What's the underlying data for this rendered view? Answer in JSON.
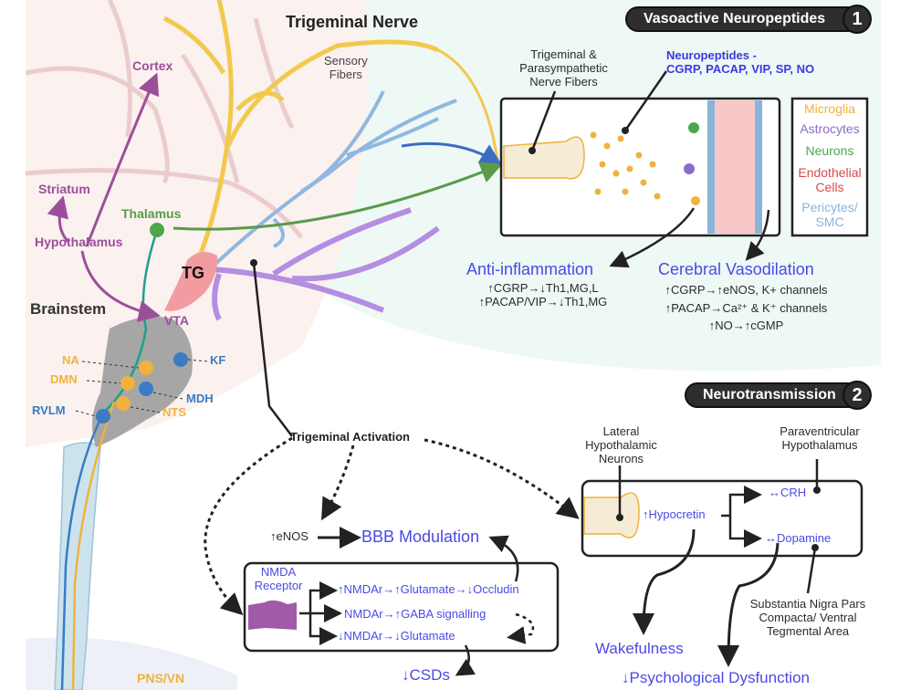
{
  "title": "Trigeminal Nerve",
  "colors": {
    "trigeminal_yellow": "#f2c94c",
    "sensory_blue": "#8fb8e0",
    "purple_fiber": "#b48ee0",
    "green_fiber": "#5a9a4a",
    "tg_pink": "#f29ba0",
    "brainstem_gray": "#a6a6a6",
    "label_purple": "#9b4f9b",
    "label_green": "#5a9a4a",
    "label_orange": "#f0b23c",
    "label_blue": "#3a7cc4",
    "accent_blue": "#4a4ae6",
    "panel1_bg": "#eef8f5"
  },
  "brain": {
    "labels": {
      "cortex": "Cortex",
      "striatum": "Striatum",
      "hypothalamus": "Hypothalamus",
      "thalamus": "Thalamus",
      "tg": "TG",
      "brainstem": "Brainstem",
      "vta": "VTA",
      "na": "NA",
      "dmn": "DMN",
      "rvlm": "RVLM",
      "kf": "KF",
      "mdh": "MDH",
      "nts": "NTS",
      "pns_vn": "PNS/VN",
      "sensory_fibers": "Sensory\nFibers"
    }
  },
  "panel1": {
    "badge_label": "Vasoactive Neuropeptides",
    "badge_number": "1",
    "fibers_label_lines": [
      "Trigeminal &",
      "Parasympathetic",
      "Nerve Fibers"
    ],
    "neuropeptides_line1": "Neuropeptides -",
    "neuropeptides_line2": "CGRP, PACAP, VIP, SP, NO",
    "legend": [
      {
        "label": "Microglia",
        "color": "#f0b23c"
      },
      {
        "label": "Astrocytes",
        "color": "#8a6cc8"
      },
      {
        "label": "Neurons",
        "color": "#4aa84a"
      },
      {
        "label": "Endothelial\nCells",
        "color": "#d94a4a"
      },
      {
        "label": "Pericytes/\nSMC",
        "color": "#8ab4d8"
      }
    ],
    "anti_inflammation": {
      "heading": "Anti-inflammation",
      "lines": [
        "↑CGRP→↓Th1,MG,L",
        "↑PACAP/VIP→↓Th1,MG"
      ]
    },
    "vasodilation": {
      "heading": "Cerebral Vasodilation",
      "lines": [
        "↑CGRP→↑eNOS, K+ channels",
        "↑PACAP→Ca²⁺ & K⁺ channels",
        "↑NO→↑cGMP"
      ]
    }
  },
  "panel2": {
    "badge_label": "Neurotransmission",
    "badge_number": "2",
    "trigeminal_activation": "Trigeminal Activation",
    "enos": "↑eNOS",
    "bbb": "BBB Modulation",
    "nmda_label_lines": [
      "NMDA",
      "Receptor"
    ],
    "nmda_lines": [
      "↑NMDAr→↑Glutamate→↓Occludin",
      "NMDAr→↑GABA signalling",
      "↓NMDAr→↓Glutamate"
    ],
    "csds": "↓CSDs",
    "lh_label_lines": [
      "Lateral",
      "Hypothalamic",
      "Neurons"
    ],
    "pv_label_lines": [
      "Paraventricular",
      "Hypothalamus"
    ],
    "hypocretin": "↑Hypocretin",
    "crh": "↔CRH",
    "dopamine": "↔Dopamine",
    "snpc_label_lines": [
      "Substantia Nigra Pars",
      "Compacta/ Ventral",
      "Tegmental Area"
    ],
    "wakefulness": "Wakefulness",
    "psych": "↓Psychological Dysfunction"
  }
}
